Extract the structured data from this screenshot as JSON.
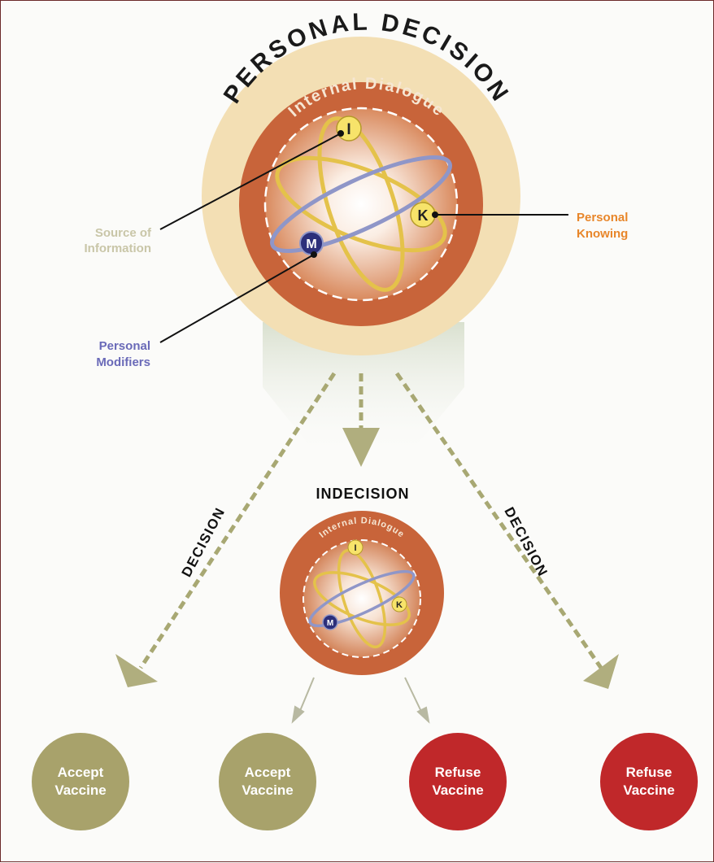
{
  "title": "PERSONAL DECISION",
  "internal_dialogue": "Internal Dialogue",
  "letters": {
    "i": "I",
    "k": "K",
    "m": "M"
  },
  "callouts": {
    "source_line1": "Source of",
    "source_line2": "Information",
    "knowing_line1": "Personal",
    "knowing_line2": "Knowing",
    "modifiers_line1": "Personal",
    "modifiers_line2": "Modifiers"
  },
  "indecision": "INDECISION",
  "decision_left": "DECISION",
  "decision_right": "DECISION",
  "outcomes": [
    {
      "line1": "Accept",
      "line2": "Vaccine"
    },
    {
      "line1": "Accept",
      "line2": "Vaccine"
    },
    {
      "line1": "Refuse",
      "line2": "Vaccine"
    },
    {
      "line1": "Refuse",
      "line2": "Vaccine"
    }
  ],
  "colors": {
    "outer_ring": "#f3dfb4",
    "dialogue_ring": "#c8643a",
    "accept": "#a8a26b",
    "refuse": "#c0282a",
    "source_text": "#c9c6a8",
    "knowing_text": "#e8862a",
    "modifiers_text": "#6a6ab8"
  }
}
